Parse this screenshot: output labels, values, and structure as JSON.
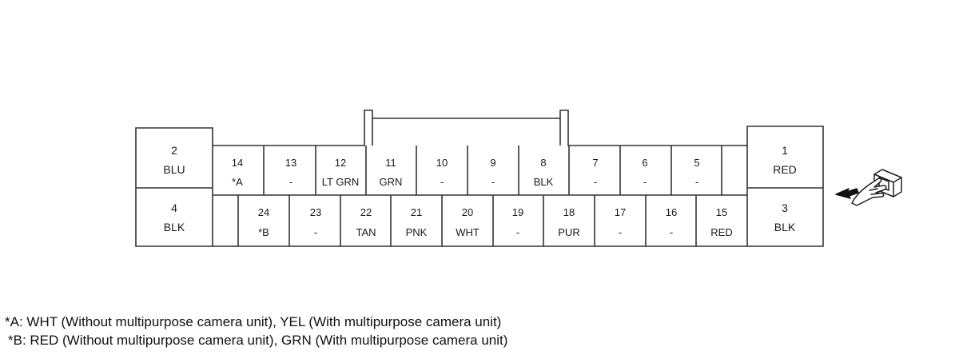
{
  "connector": {
    "side_pins": [
      {
        "num": "2",
        "wire": "BLU"
      },
      {
        "num": "4",
        "wire": "BLK"
      },
      {
        "num": "1",
        "wire": "RED"
      },
      {
        "num": "3",
        "wire": "BLK"
      }
    ],
    "top_row": [
      {
        "num": "14",
        "wire": "*A"
      },
      {
        "num": "13",
        "wire": "-"
      },
      {
        "num": "12",
        "wire": "LT GRN"
      },
      {
        "num": "11",
        "wire": "GRN"
      },
      {
        "num": "10",
        "wire": "-"
      },
      {
        "num": "9",
        "wire": "-"
      },
      {
        "num": "8",
        "wire": "BLK"
      },
      {
        "num": "7",
        "wire": "-"
      },
      {
        "num": "6",
        "wire": "-"
      },
      {
        "num": "5",
        "wire": "-"
      }
    ],
    "bottom_row": [
      {
        "num": "24",
        "wire": "*B"
      },
      {
        "num": "23",
        "wire": "-"
      },
      {
        "num": "22",
        "wire": "TAN"
      },
      {
        "num": "21",
        "wire": "PNK"
      },
      {
        "num": "20",
        "wire": "WHT"
      },
      {
        "num": "19",
        "wire": "-"
      },
      {
        "num": "18",
        "wire": "PUR"
      },
      {
        "num": "17",
        "wire": "-"
      },
      {
        "num": "16",
        "wire": "-"
      },
      {
        "num": "15",
        "wire": "RED"
      }
    ]
  },
  "notes": {
    "a": "*A: WHT (Without multipurpose camera unit), YEL (With multipurpose camera unit)",
    "b": "*B: RED (Without multipurpose camera unit), GRN (With multipurpose camera unit)"
  },
  "icons": {
    "view_direction": "hand-pointing-connector-icon"
  },
  "colors": {
    "line": "#333333",
    "background": "#ffffff"
  }
}
